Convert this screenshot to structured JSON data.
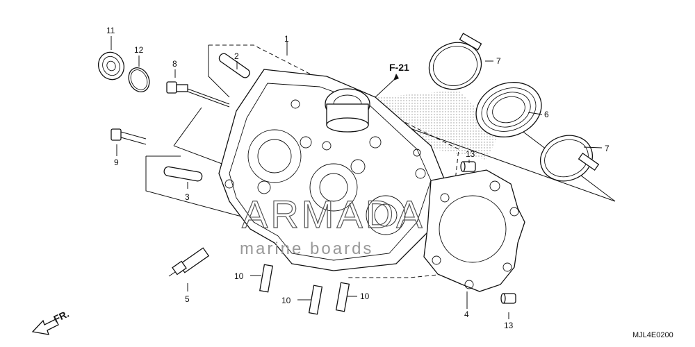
{
  "diagram": {
    "callouts": [
      {
        "id": "c1",
        "label": "1"
      },
      {
        "id": "c2",
        "label": "2"
      },
      {
        "id": "c3",
        "label": "3"
      },
      {
        "id": "c4",
        "label": "4"
      },
      {
        "id": "c5",
        "label": "5"
      },
      {
        "id": "c6",
        "label": "6"
      },
      {
        "id": "c7a",
        "label": "7"
      },
      {
        "id": "c7b",
        "label": "7"
      },
      {
        "id": "c8",
        "label": "8"
      },
      {
        "id": "c9",
        "label": "9"
      },
      {
        "id": "c10a",
        "label": "10"
      },
      {
        "id": "c10b",
        "label": "10"
      },
      {
        "id": "c10c",
        "label": "10"
      },
      {
        "id": "c11",
        "label": "11"
      },
      {
        "id": "c12",
        "label": "12"
      },
      {
        "id": "c13a",
        "label": "13"
      },
      {
        "id": "c13b",
        "label": "13"
      }
    ],
    "reference_label": "F-21",
    "direction_label": "FR.",
    "diagram_code": "MJL4E0200",
    "watermark": {
      "brand": "ARMADA",
      "tagline": "marine boards"
    }
  }
}
